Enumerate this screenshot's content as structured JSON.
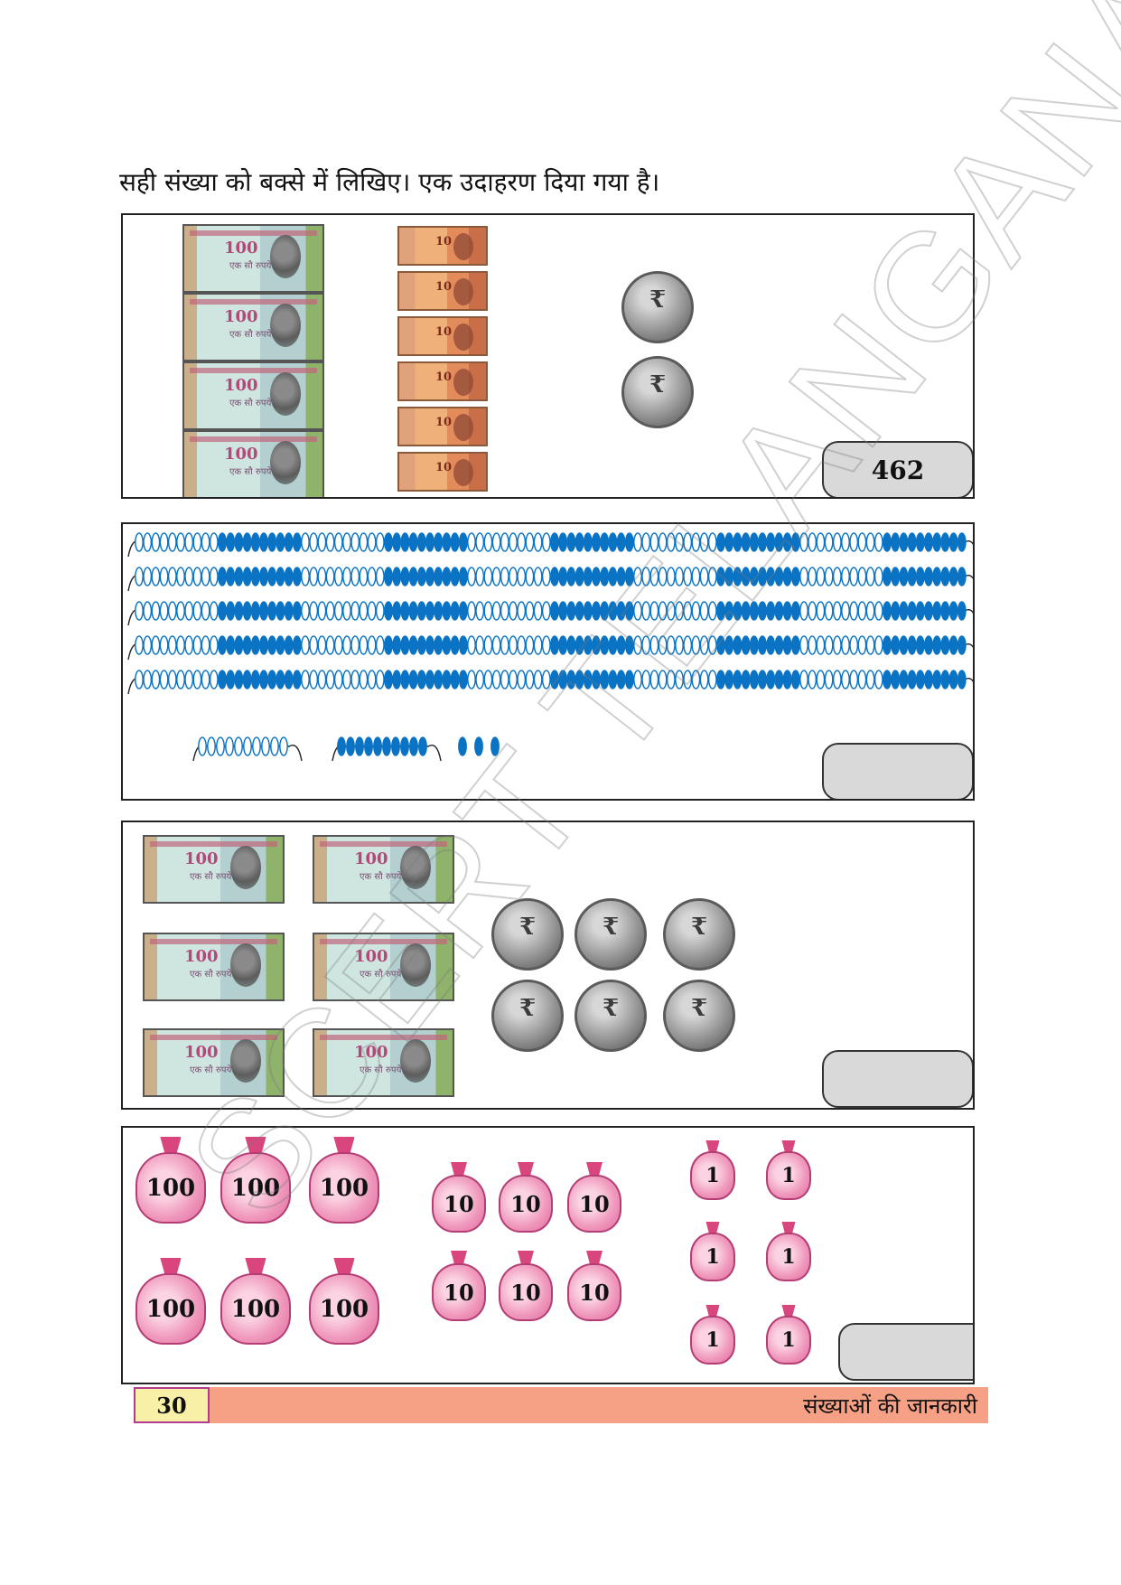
{
  "instruction": "सही संख्या को बक्से में लिखिए। एक उदाहरण दिया गया है।",
  "panels": {
    "example": {
      "notes_100": 4,
      "notes_10": 6,
      "coins_1": 2,
      "answer": "462"
    },
    "beads": {
      "full_strings": 5,
      "answer": ""
    },
    "money": {
      "notes_100": 6,
      "coins_1": 6,
      "answer": ""
    },
    "bags": {
      "bag_100_label": "100",
      "bag_10_label": "10",
      "bag_1_label": "1",
      "count_100": 6,
      "count_10": 6,
      "count_1": 6,
      "answer": ""
    }
  },
  "note100": {
    "number": "100",
    "text": "एक सौ रुपये"
  },
  "note10": {
    "number": "10"
  },
  "coin_glyph": "₹",
  "footer": {
    "page_number": "30",
    "chapter": "संख्याओं की जानकारी"
  },
  "watermark": "SCERT TELANGANA",
  "colors": {
    "bead_blue": "#0a73c4",
    "bag_pink": "#f099bd",
    "footer_bar": "#f6a085"
  }
}
